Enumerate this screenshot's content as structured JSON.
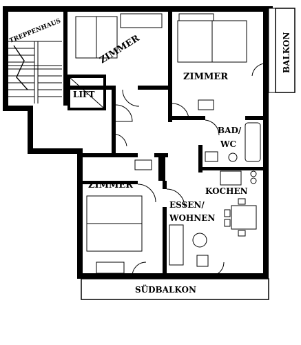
{
  "plan": {
    "rooms": {
      "treppenhaus": "TREPPENHAUS",
      "zimmer_top": "ZIMMER",
      "zimmer_right": "ZIMMER",
      "zimmer_bottom": "ZIMMER",
      "lift": "LIFT",
      "balkon": "BALKON",
      "bad_line1": "BAD/",
      "bad_line2": "WC",
      "kochen": "KOCHEN",
      "essen_line1": "ESSEN/",
      "essen_line2": "WOHNEN",
      "suedbalkon": "SÜDBALKON"
    },
    "colors": {
      "ink": "#000000",
      "paper": "#ffffff"
    }
  }
}
